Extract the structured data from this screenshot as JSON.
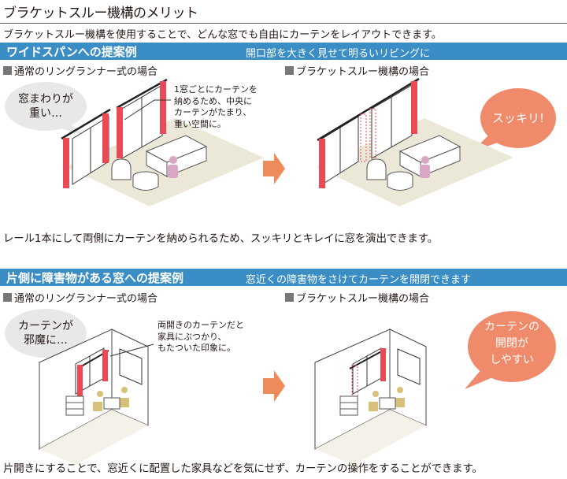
{
  "header": {
    "title": "ブラケットスルー機構のメリット",
    "subtitle": "ブラケットスルー機構を使用することで、どんな窓でも自由にカーテンをレイアウトできます。"
  },
  "section1": {
    "heading": "ワイドスパンへの提案例",
    "subheading": "開口部を大きく見せて明るいリビングに",
    "left_case": "通常のリングランナー式の場合",
    "right_case": "ブラケットスルー機構の場合",
    "bubble_left": [
      "窓まわりが",
      "重い…"
    ],
    "note": [
      "1窓ごとにカーテンを",
      "納めるため、中央に",
      "カーテンがたまり、",
      "重い空間に。"
    ],
    "bubble_right": "スッキリ!",
    "caption": "レール1本にして両側にカーテンを納められるため、スッキリとキレイに窓を演出できます。"
  },
  "section2": {
    "heading": "片側に障害物がある窓への提案例",
    "subheading": "窓近くの障害物をさけてカーテンを開閉できます",
    "left_case": "通常のリングランナー式の場合",
    "right_case": "ブラケットスルー機構の場合",
    "bubble_left": [
      "カーテンが",
      "邪魔に…"
    ],
    "note": [
      "両開きのカーテンだと",
      "家具にぶつかり、",
      "もたついた印象に。"
    ],
    "bubble_right": [
      "カーテンの",
      "開閉が",
      "しやすい"
    ],
    "caption": "片開きにすることで、窓近くに配置した家具などを気にせず、カーテンの操作をすることができます。"
  },
  "colors": {
    "bar": "#3a8dc5",
    "curtain": "#e94a55",
    "arrow": "#ef8a5a",
    "bubble_grey": "#e8e8e8",
    "bubble_orange": "#ef8a6a",
    "floor": "#ece8d8",
    "chair": "#d7c07a"
  }
}
